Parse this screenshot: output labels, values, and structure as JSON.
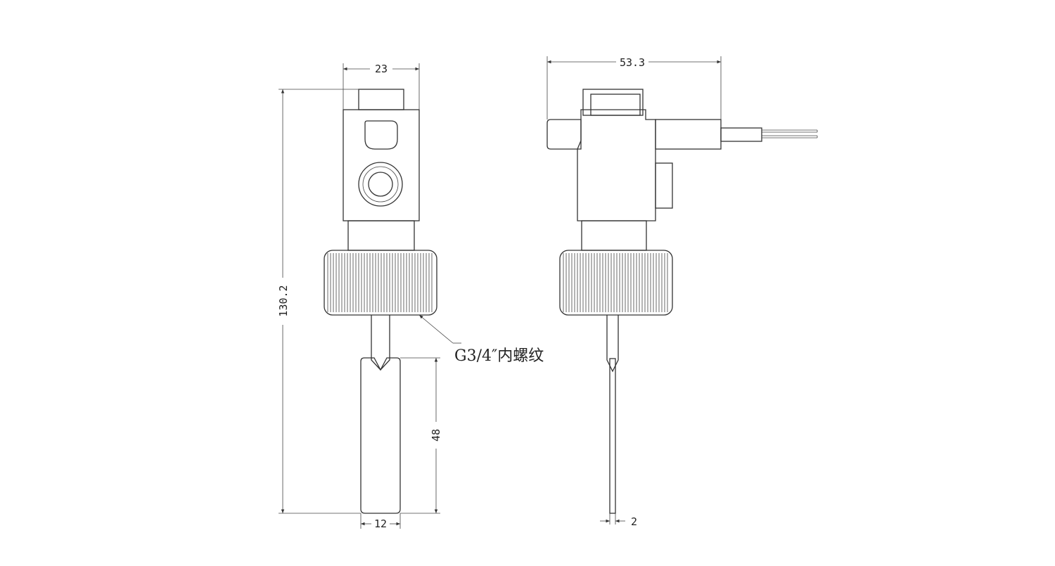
{
  "drawing": {
    "front_view": {
      "dims": {
        "top_width": "23",
        "overall_height": "130.2",
        "paddle_height": "48",
        "paddle_width": "12"
      },
      "callout": "G3/4″内螺纹"
    },
    "side_view": {
      "dims": {
        "overall_width": "53.3",
        "blade_thickness": "2"
      }
    }
  }
}
